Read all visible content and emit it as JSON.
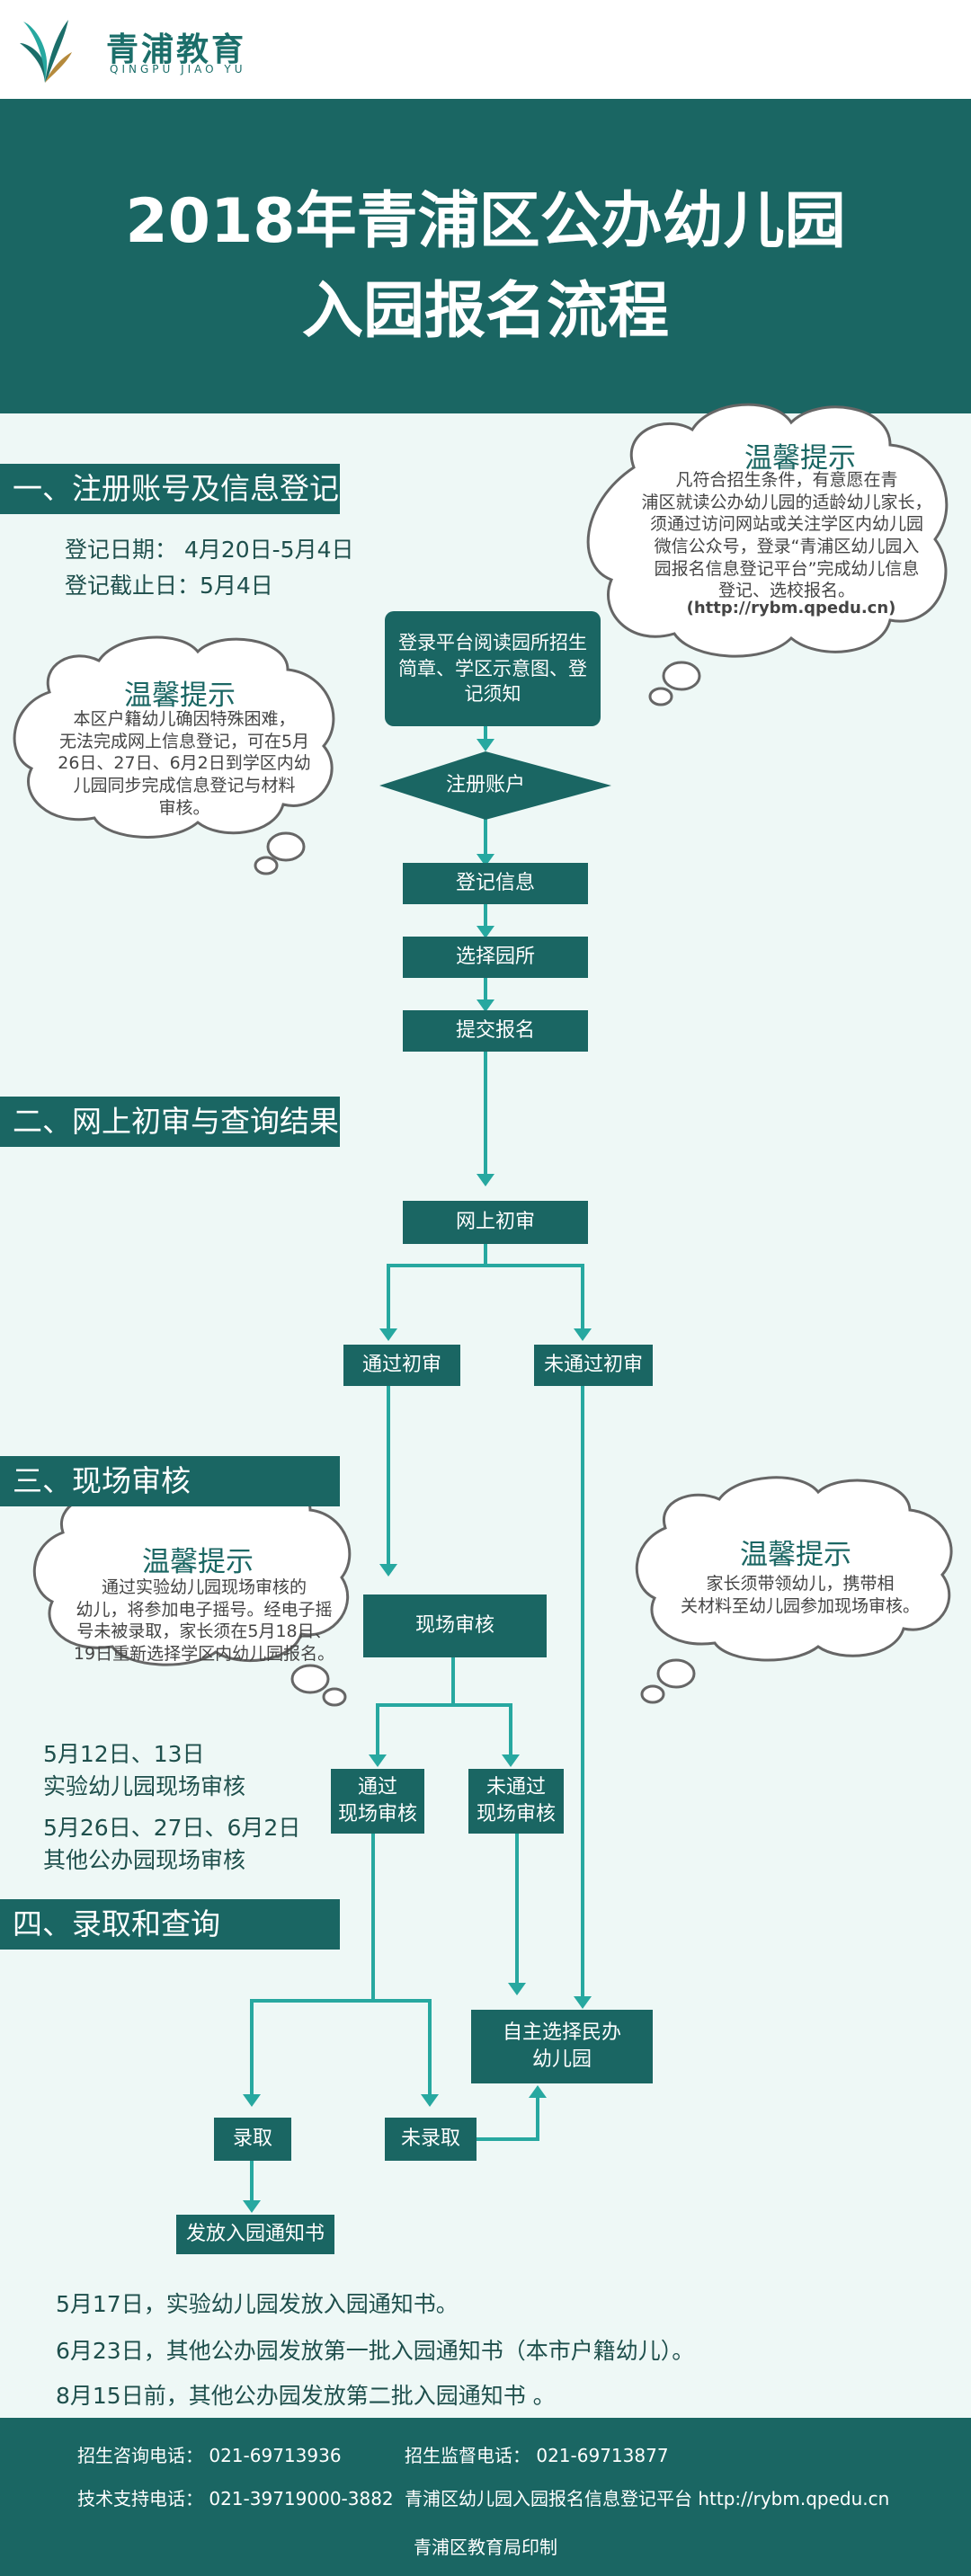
{
  "colors": {
    "primary": "#1a6663",
    "accent": "#27a8a0",
    "background": "#eef8f6",
    "cloud_border": "#666666",
    "text": "#1e4f4c"
  },
  "logo": {
    "icon": "leaf-logo-icon",
    "name_cn": "青浦教育",
    "name_en": "QINGPU JIAO YU"
  },
  "title": {
    "line1": "2018年青浦区公办幼儿园",
    "line2": "入园报名流程"
  },
  "sections": [
    {
      "label": "一、注册账号及信息登记"
    },
    {
      "label": "二、网上初审与查询结果"
    },
    {
      "label": "三、现场审核"
    },
    {
      "label": "四、录取和查询"
    }
  ],
  "section1": {
    "date_line": "登记日期： 4月20日-5月4日",
    "deadline_line": "登记截止日：5月4日"
  },
  "clouds": {
    "right_top": {
      "title": "温馨提示",
      "lines": [
        "凡符合招生条件，有意愿在青",
        "浦区就读公办幼儿园的适龄幼儿家长，",
        "须通过访问网站或关注学区内幼儿园",
        "微信公众号，登录“青浦区幼儿园入",
        "园报名信息登记平台”完成幼儿信息",
        "登记、选校报名。"
      ],
      "url": "(http://rybm.qpedu.cn)"
    },
    "left_top": {
      "title": "温馨提示",
      "lines": [
        "本区户籍幼儿确因特殊困难，",
        "无法完成网上信息登记，可在5月",
        "26日、27日、6月2日到学区内幼",
        "儿园同步完成信息登记与材料",
        "审核。"
      ]
    },
    "left_mid": {
      "title": "温馨提示",
      "lines": [
        "通过实验幼儿园现场审核的",
        "幼儿，将参加电子摇号。经电子摇",
        "号未被录取，家长须在5月18日、",
        "19日重新选择学区内幼儿园报名。"
      ]
    },
    "right_mid": {
      "title": "温馨提示",
      "lines": [
        "家长须带领幼儿，携带相",
        "关材料至幼儿园参加现场审核。"
      ]
    }
  },
  "flow": {
    "login": [
      "登录平台阅读园所招生",
      "简章、学区示意图、登",
      "记须知"
    ],
    "register": "注册账户",
    "info": "登记信息",
    "choose": "选择园所",
    "submit": "提交报名",
    "online_review": "网上初审",
    "pass_initial": "通过初审",
    "fail_initial": "未通过初审",
    "onsite": "现场审核",
    "pass_onsite": [
      "通过",
      "现场审核"
    ],
    "fail_onsite": [
      "未通过",
      "现场审核"
    ],
    "private": [
      "自主选择民办",
      "幼儿园"
    ],
    "admit": "录取",
    "not_admit": "未录取",
    "notice": "发放入园通知书"
  },
  "section3_dates": [
    "5月12日、13日",
    "实验幼儿园现场审核",
    "5月26日、27日、6月2日",
    "其他公办园现场审核"
  ],
  "notices": [
    "5月17日，实验幼儿园发放入园通知书。",
    "6月23日，其他公办园发放第一批入园通知书（本市户籍幼儿）。",
    "8月15日前，其他公办园发放第二批入园通知书 。"
  ],
  "footer": {
    "consult": "招生咨询电话： 021-69713936",
    "supervise": "招生监督电话： 021-69713877",
    "tech": "技术支持电话： 021-39719000-3882",
    "platform": "青浦区幼儿园入园报名信息登记平台    http://rybm.qpedu.cn",
    "printer": "青浦区教育局印制"
  }
}
